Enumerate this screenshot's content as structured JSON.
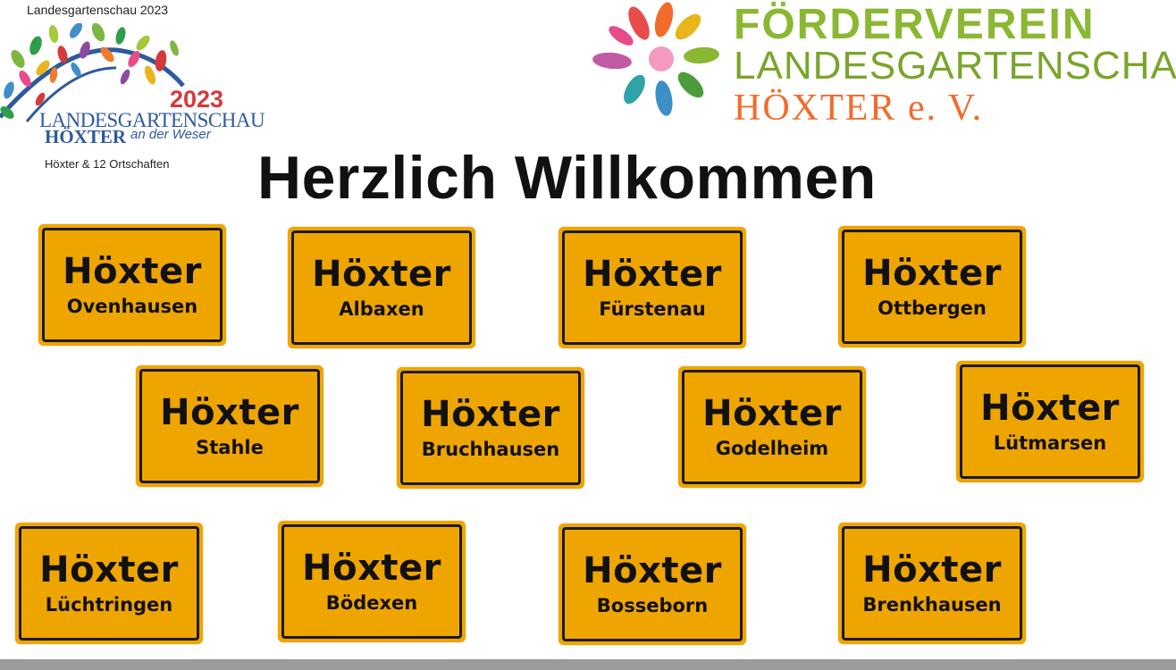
{
  "left_logo": {
    "top_text": "Landesgartenschau 2023",
    "year": "2023",
    "name": "LANDESGARTENSCHAU",
    "city": "HÖXTER",
    "tagline": "an der Weser",
    "subtext": "Höxter & 12 Ortschaften"
  },
  "right_logo": {
    "line1": "FÖRDERVEREIN",
    "line2": "LANDESGARTENSCHAU",
    "line3": "HÖXTER e. V."
  },
  "headline": "Herzlich Willkommen",
  "signs": [
    {
      "city": "Höxter",
      "district": "Ovenhausen"
    },
    {
      "city": "Höxter",
      "district": "Albaxen"
    },
    {
      "city": "Höxter",
      "district": "Fürstenau"
    },
    {
      "city": "Höxter",
      "district": "Ottbergen"
    },
    {
      "city": "Höxter",
      "district": "Stahle"
    },
    {
      "city": "Höxter",
      "district": "Bruchhausen"
    },
    {
      "city": "Höxter",
      "district": "Godelheim"
    },
    {
      "city": "Höxter",
      "district": "Lütmarsen"
    },
    {
      "city": "Höxter",
      "district": "Lüchtringen"
    },
    {
      "city": "Höxter",
      "district": "Bödexen"
    },
    {
      "city": "Höxter",
      "district": "Bosseborn"
    },
    {
      "city": "Höxter",
      "district": "Brenkhausen"
    }
  ],
  "colors": {
    "sign_yellow": "#efa500",
    "logo_green": "#8ab832",
    "logo_orange": "#f26b2a",
    "logo_blue": "#2e5a9c",
    "logo_red": "#d6393a"
  }
}
